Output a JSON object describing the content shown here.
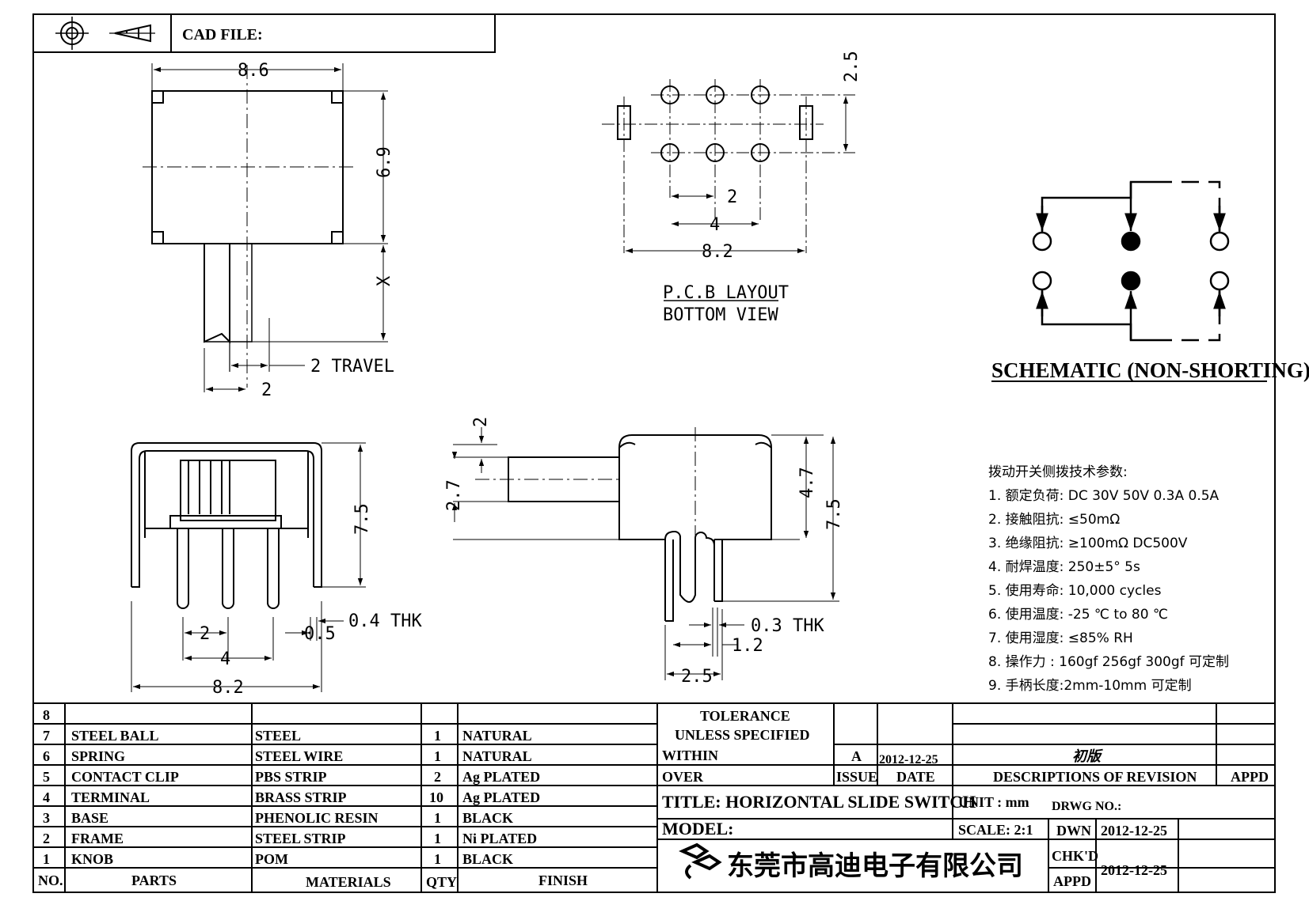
{
  "header": {
    "cad_file_label": "CAD FILE:"
  },
  "top_view": {
    "dim_width": "8.6",
    "dim_height": "6.9",
    "dim_x": "X",
    "dim_travel": "2 TRAVEL",
    "dim_knob": "2"
  },
  "pcb_layout": {
    "dim_row_pitch": "2.5",
    "dim_pitch": "2",
    "dim_span": "4",
    "dim_total": "8.2",
    "title": "P.C.B LAYOUT",
    "subtitle": "BOTTOM VIEW"
  },
  "schematic": {
    "title": "SCHEMATIC (NON-SHORTING)"
  },
  "front_view": {
    "dim_height": "7.5",
    "dim_pitch": "2",
    "dim_span": "4",
    "dim_total": "8.2",
    "dim_pin": "0.5",
    "dim_thk": "0.4 THK"
  },
  "side_view": {
    "dim_knob_thk": "2",
    "dim_knob_h": "2.7",
    "dim_body_h": "4.7",
    "dim_total_h": "7.5",
    "dim_thk": "0.3 THK",
    "dim_pin_w": "1.2",
    "dim_span": "2.5"
  },
  "specs": {
    "title": "拨动开关侧拨技术参数:",
    "items": [
      "1. 额定负荷: DC 30V    50V    0.3A    0.5A",
      "2. 接触阻抗: ≤50mΩ",
      "3. 绝缘阻抗: ≥100mΩ  DC500V",
      "4. 耐焊温度: 250±5°  5s",
      "5. 使用寿命: 10,000 cycles",
      "6. 使用温度: -25 ℃  to 80 ℃",
      "7. 使用湿度: ≤85% RH",
      "8. 操作力 : 160gf    256gf    300gf  可定制",
      "9. 手柄长度:2mm-10mm  可定制"
    ]
  },
  "bom": {
    "rows": [
      {
        "no": "8",
        "part": "",
        "material": "",
        "qty": "",
        "finish": ""
      },
      {
        "no": "7",
        "part": "STEEL BALL",
        "material": "STEEL",
        "qty": "1",
        "finish": "NATURAL"
      },
      {
        "no": "6",
        "part": "SPRING",
        "material": "STEEL WIRE",
        "qty": "1",
        "finish": "NATURAL"
      },
      {
        "no": "5",
        "part": "CONTACT CLIP",
        "material": "PBS STRIP",
        "qty": "2",
        "finish": "Ag PLATED"
      },
      {
        "no": "4",
        "part": "TERMINAL",
        "material": "BRASS STRIP",
        "qty": "10",
        "finish": "Ag PLATED"
      },
      {
        "no": "3",
        "part": "BASE",
        "material": "PHENOLIC RESIN",
        "qty": "1",
        "finish": "BLACK"
      },
      {
        "no": "2",
        "part": "FRAME",
        "material": "STEEL STRIP",
        "qty": "1",
        "finish": "Ni PLATED"
      },
      {
        "no": "1",
        "part": "KNOB",
        "material": "POM",
        "qty": "1",
        "finish": "BLACK"
      }
    ],
    "headers": {
      "no": "NO.",
      "part": "PARTS",
      "material": "MATERIALS",
      "qty": "QTY",
      "finish": "FINISH"
    }
  },
  "title_block": {
    "tolerance": "TOLERANCE",
    "unless": "UNLESS   SPECIFIED",
    "within": "WITHIN",
    "over": "OVER",
    "issue_value": "A",
    "issue_date": "2012-12-25",
    "revision_desc": "初版",
    "issue_label": "ISSUE",
    "date_label": "DATE",
    "desc_label": "DESCRIPTIONS OF REVISION",
    "appd_label": "APPD",
    "title": "TITLE: HORIZONTAL SLIDE SWITCH",
    "unit": "UNIT : mm",
    "drwg_no": "DRWG NO.:",
    "model": "MODEL:",
    "scale": "SCALE: 2:1",
    "dwn": "DWN",
    "dwn_date": "2012-12-25",
    "chkd": "CHK'D",
    "appd": "APPD",
    "chk_date": "2012-12-25",
    "company": "东莞市高迪电子有限公司"
  }
}
